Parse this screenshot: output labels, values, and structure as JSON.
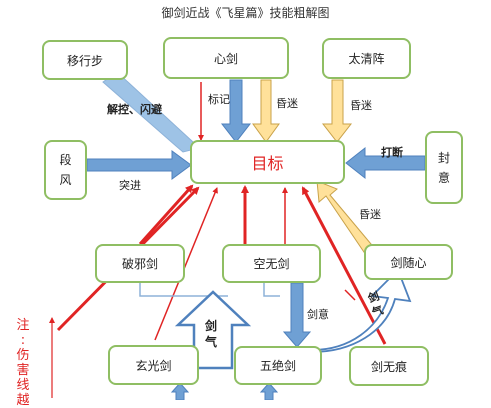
{
  "title": "御剑近战《飞星篇》技能粗解图",
  "nodes": {
    "yixingbu": "移行步",
    "xinjian": "心剑",
    "taiqingzhen": "太清阵",
    "duanfeng_1": "段",
    "duanfeng_2": "风",
    "mubiao": "目标",
    "fengyi_1": "封",
    "fengyi_2": "意",
    "poxiejian": "破邪剑",
    "kongwujian": "空无剑",
    "jiansuixin": "剑随心",
    "xuanguangjian": "玄光剑",
    "wujuejian": "五绝剑",
    "jianwuhen": "剑无痕"
  },
  "edge_labels": {
    "jiekong": "解控、闪避",
    "biaoji": "标记",
    "hunmi_1": "昏迷",
    "hunmi_2": "昏迷",
    "hunmi_3": "昏迷",
    "dadun": "打断",
    "tujin": "突进",
    "jianyi": "剑意",
    "jianqi_1": "剑",
    "jianqi_2": "气",
    "jianqi_3": "剑",
    "jianqi_4": "气"
  },
  "side_note": [
    "注",
    ":",
    "伤",
    "害",
    "线",
    "越"
  ],
  "colors": {
    "node_border": "#8fbe63",
    "red": "#e02424",
    "blue_fill": "#6fa0d4",
    "blue_stroke": "#4f81bd",
    "yellow_fill": "#ffe19a",
    "yellow_stroke": "#c9a24a",
    "light_blue": "#9ec3e6"
  }
}
